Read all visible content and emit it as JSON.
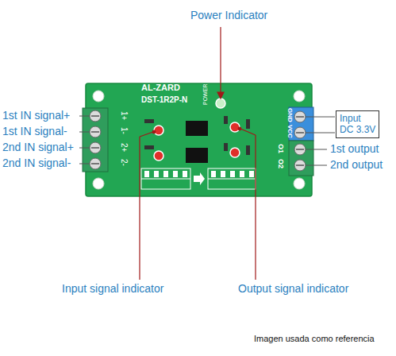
{
  "diagram": {
    "caption": "Imagen usada como referencia",
    "nodes": [
      {
        "text": [
          "Input",
          "DC 3.3V"
        ]
      }
    ],
    "labels": [
      "Power Indicator",
      "AL-ZARD",
      "DST-1R2P-N",
      "POWER",
      "1st IN signal+",
      "1st IN signal-",
      "2nd IN signal+",
      "2nd IN signal-",
      "1+",
      "1-",
      "2+",
      "2-",
      "GND",
      "VCC",
      "O1",
      "O2",
      "1st output",
      "2nd output",
      "Input signal indicator",
      "Output signal indicator"
    ]
  }
}
